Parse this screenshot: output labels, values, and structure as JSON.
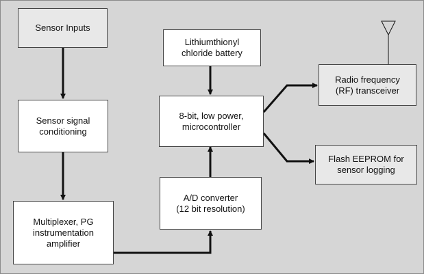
{
  "diagram": {
    "nodes": [
      {
        "id": "sensor_inputs",
        "label": "Sensor Inputs"
      },
      {
        "id": "signal_conditioning",
        "label": "Sensor signal\nconditioning"
      },
      {
        "id": "multiplexer",
        "label": "Multiplexer, PG\ninstrumentation\namplifier"
      },
      {
        "id": "adc",
        "label": "A/D converter\n(12 bit resolution)"
      },
      {
        "id": "microcontroller",
        "label": "8-bit, low power,\nmicrocontroller"
      },
      {
        "id": "battery",
        "label": "Lithiumthionyl\nchloride battery"
      },
      {
        "id": "rf",
        "label": "Radio frequency\n(RF) transceiver"
      },
      {
        "id": "eeprom",
        "label": "Flash EEPROM for\nsensor logging"
      }
    ],
    "edges": [
      {
        "from": "sensor_inputs",
        "to": "signal_conditioning"
      },
      {
        "from": "signal_conditioning",
        "to": "multiplexer"
      },
      {
        "from": "multiplexer",
        "to": "adc"
      },
      {
        "from": "adc",
        "to": "microcontroller"
      },
      {
        "from": "battery",
        "to": "microcontroller"
      },
      {
        "from": "microcontroller",
        "to": "rf"
      },
      {
        "from": "microcontroller",
        "to": "eeprom"
      }
    ],
    "antenna": "antenna-icon"
  }
}
